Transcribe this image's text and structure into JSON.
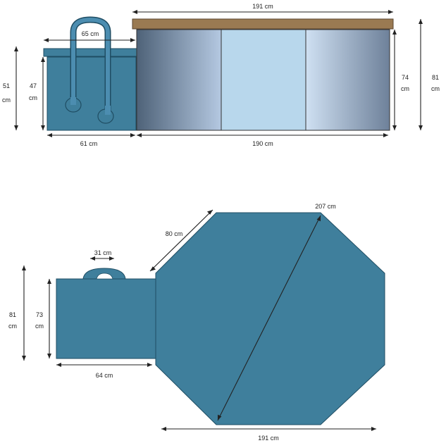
{
  "side_view": {
    "labels": {
      "top_length": "191 cm",
      "step_width": "65 cm",
      "step_outer_height_value": "51",
      "step_outer_height_unit": "cm",
      "step_inner_height_value": "47",
      "step_inner_height_unit": "cm",
      "tub_wall_height_value": "74",
      "tub_wall_height_unit": "cm",
      "total_height_value": "81",
      "total_height_unit": "cm",
      "step_base_length": "61 cm",
      "tub_base_length": "190 cm"
    }
  },
  "top_view": {
    "labels": {
      "diagonal": "207 cm",
      "side_length": "80 cm",
      "handle_width": "31 cm",
      "outer_height_value": "81",
      "outer_height_unit": "cm",
      "step_height_value": "73",
      "step_height_unit": "cm",
      "step_width": "64 cm",
      "overall_width": "191 cm"
    }
  },
  "colors": {
    "tub_fill": "#3f7f9c",
    "tub_stroke": "#1f4d63",
    "rim": "#9a7a52",
    "window": "#bcd9ec"
  }
}
